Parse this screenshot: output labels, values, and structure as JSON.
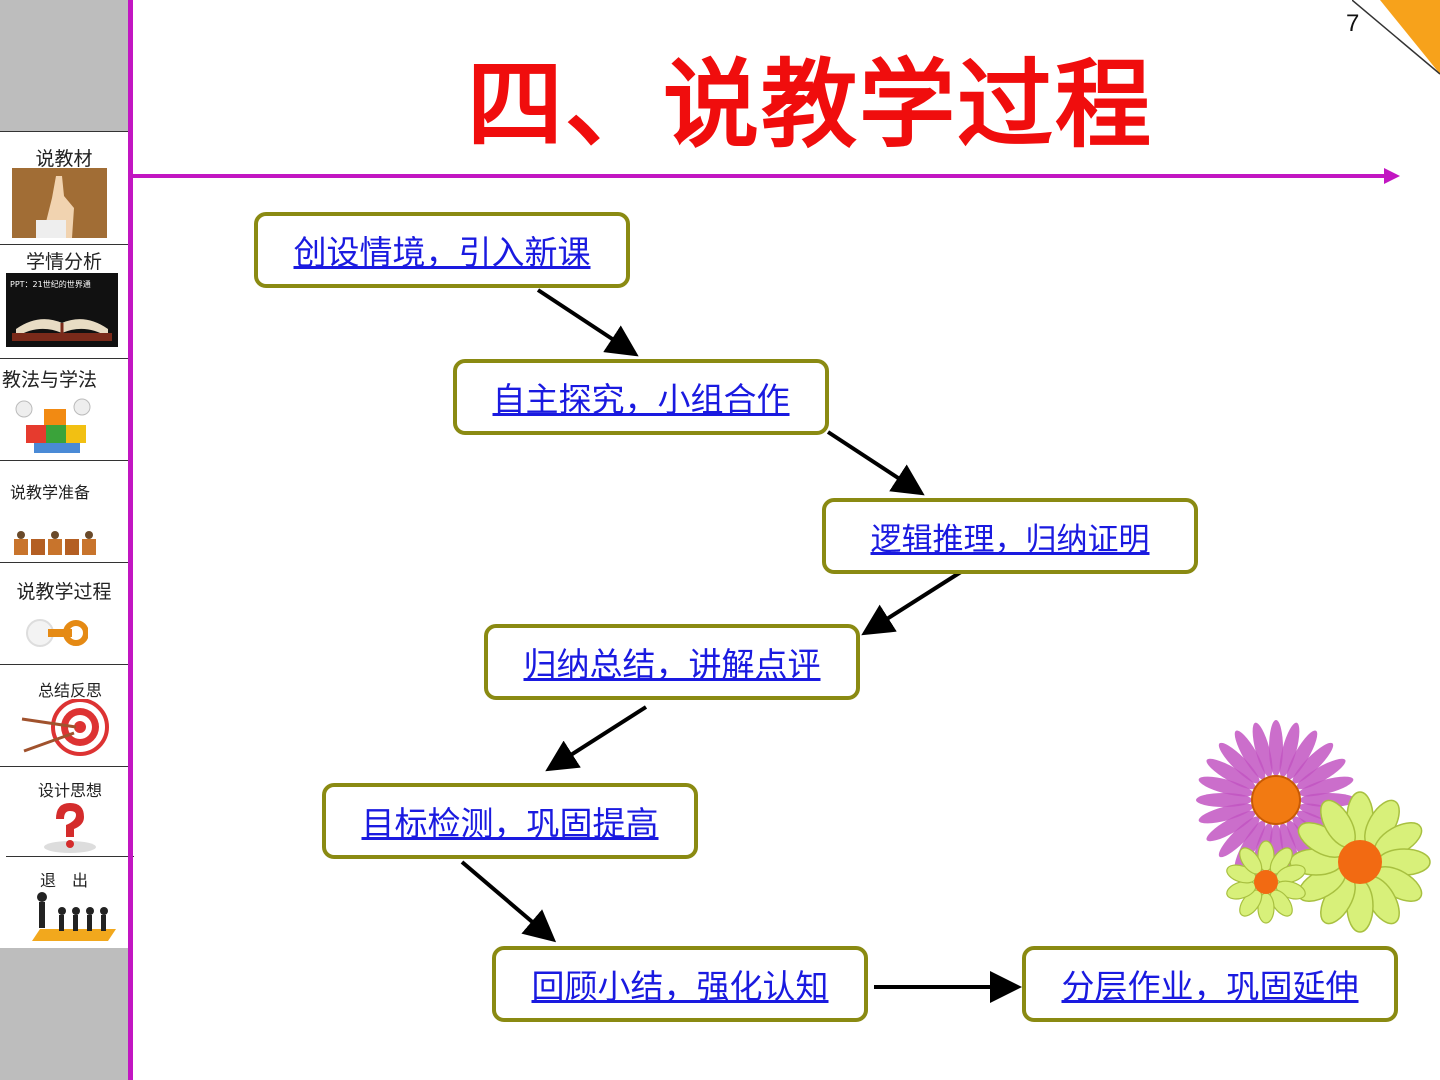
{
  "page_number": "7",
  "title": "四、说教学过程",
  "sidebar": {
    "items": [
      {
        "label": "说教材",
        "thumb": "hand-raised-icon"
      },
      {
        "label": "学情分析",
        "thumb": "open-book-icon",
        "thumb_caption": "PPT：21世纪的世界通"
      },
      {
        "label": "教法与学法",
        "thumb": "puzzle-figures-icon"
      },
      {
        "label": "说教学准备",
        "thumb": "thanks-blocks-icon"
      },
      {
        "label": "说教学过程",
        "thumb": "key-icon"
      },
      {
        "label": "总结反思",
        "thumb": "target-icon"
      },
      {
        "label": "设计思想",
        "thumb": "question-mark-icon"
      },
      {
        "label": "退　出",
        "thumb": "figures-exit-icon"
      }
    ]
  },
  "flow": {
    "steps": [
      "创设情境，引入新课",
      "自主探究，小组合作",
      "逻辑推理，归纳证明",
      "归纳总结，讲解点评",
      "目标检测，巩固提高",
      "回顾小结，强化认知",
      "分层作业，巩固延伸"
    ]
  },
  "colors": {
    "title": "#f00d0d",
    "accent_line": "#c216c2",
    "box_border": "#8a8a12",
    "link": "#1a1ae0",
    "corner": "#f7a21b"
  }
}
